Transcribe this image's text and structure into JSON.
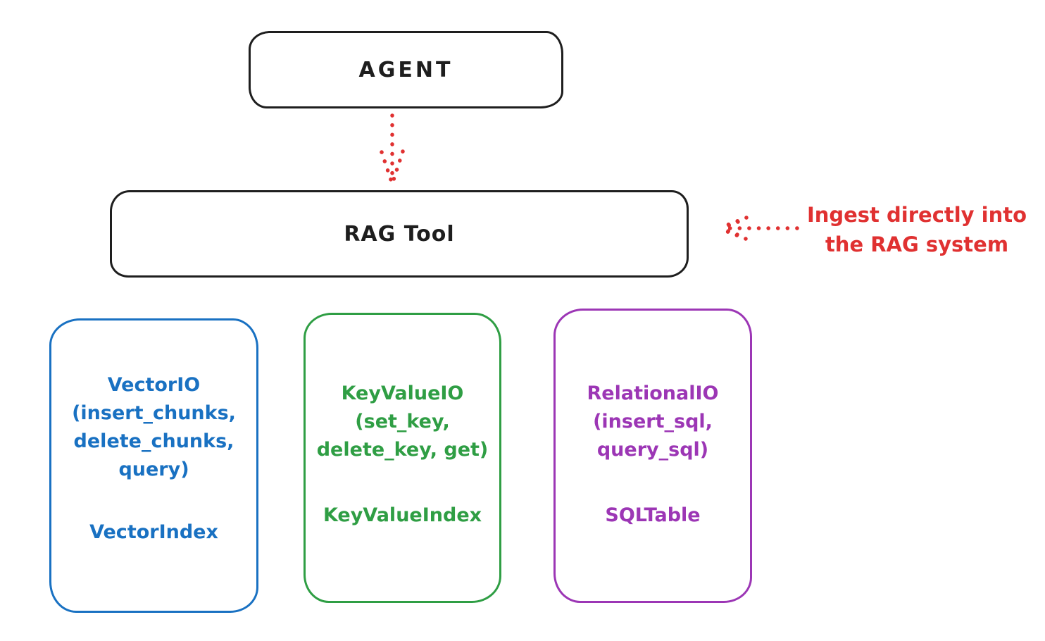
{
  "diagram": {
    "background": "#ffffff",
    "stroke_color": "#1e1e1e",
    "accent_red": "#e03131",
    "agent": {
      "label": "AGENT"
    },
    "rag_tool": {
      "label": "RAG Tool"
    },
    "annotation": {
      "line1": "Ingest directly into",
      "line2": "the RAG system",
      "color": "#e03131"
    },
    "arrows": [
      {
        "name": "agent-to-rag-arrow",
        "style": "dotted",
        "color": "#e03131",
        "direction": "down"
      },
      {
        "name": "annotation-to-rag-arrow",
        "style": "dotted",
        "color": "#e03131",
        "direction": "left"
      }
    ],
    "boxes": [
      {
        "name": "vector-io",
        "color": "#1971c2",
        "lines": [
          "VectorIO",
          "(insert_chunks,",
          "delete_chunks,",
          "query)"
        ],
        "index_label": "VectorIndex"
      },
      {
        "name": "keyvalue-io",
        "color": "#2f9e44",
        "lines": [
          "KeyValueIO",
          "(set_key,",
          "delete_key, get)"
        ],
        "index_label": "KeyValueIndex"
      },
      {
        "name": "relational-io",
        "color": "#9c36b5",
        "lines": [
          "RelationalIO",
          "(insert_sql,",
          "query_sql)"
        ],
        "index_label": "SQLTable"
      }
    ]
  }
}
